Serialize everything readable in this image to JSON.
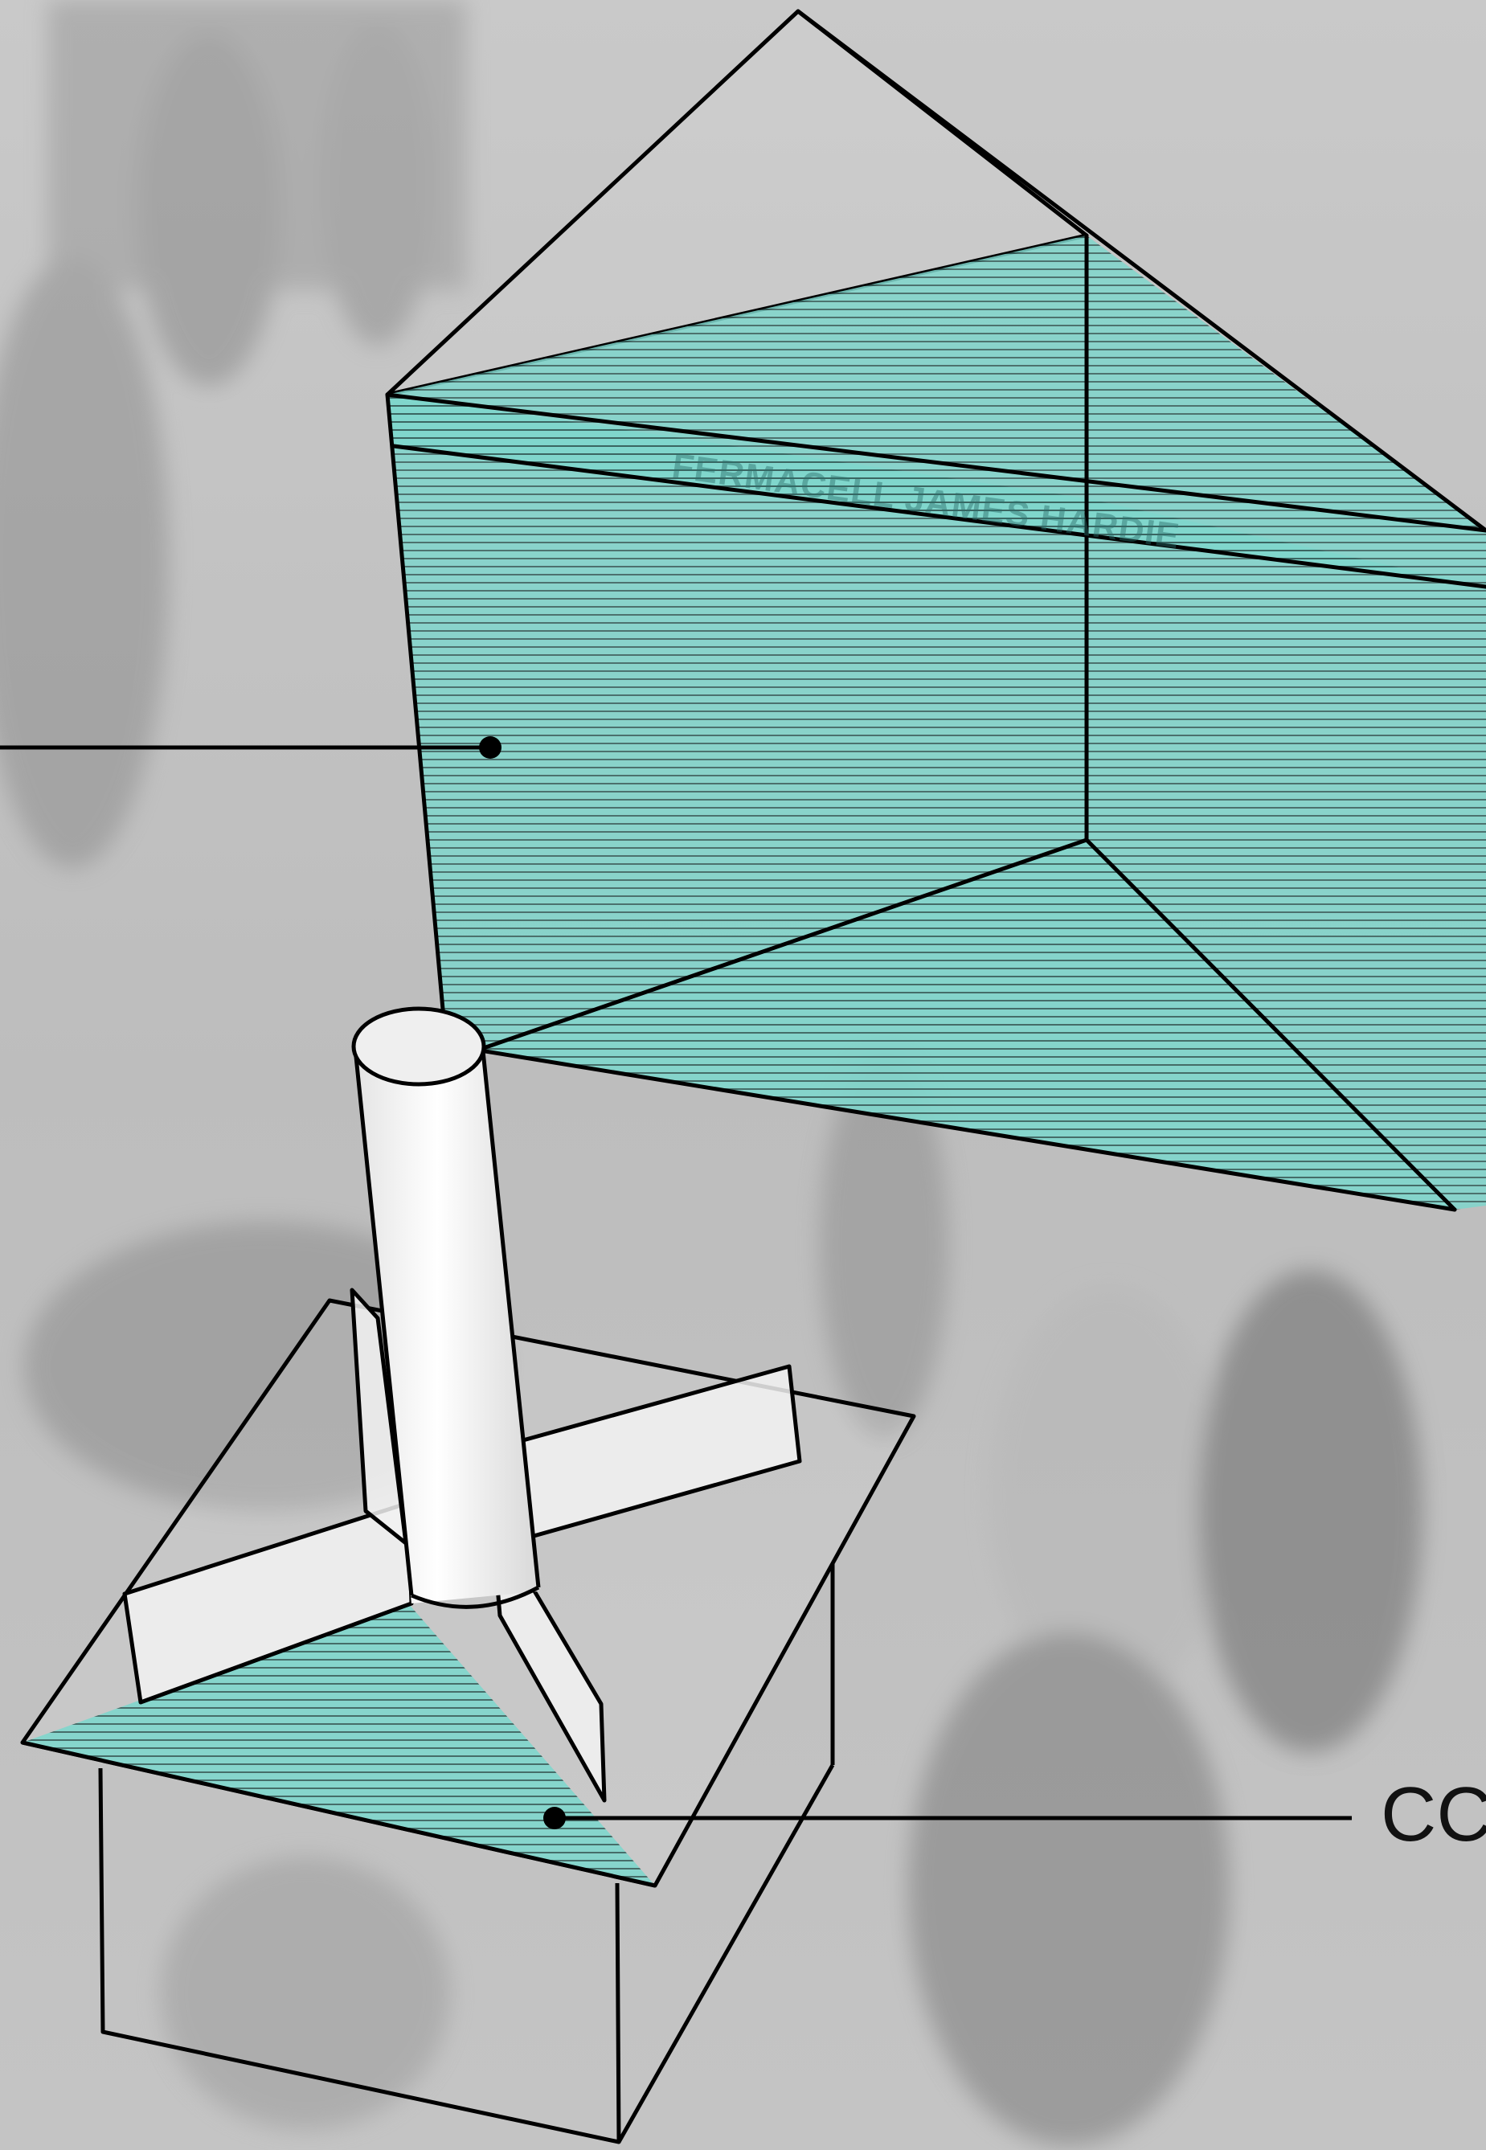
{
  "background": {
    "description_style": "grayscale event photograph underlay",
    "wall_sign_text": "FERMACELL JAMES HARDIE"
  },
  "labels": {
    "stand_label_partial": "CC"
  },
  "colors": {
    "accent_fill": "#7fd6cc",
    "hatch_line": "#1f3b3a",
    "outline": "#000000",
    "cylinder_fill": "#f4f4f4",
    "background": "#cfcfcf"
  },
  "icons": {
    "callout_dot": "filled-circle",
    "structure": "triangular-prism",
    "stand": "column-on-box-with-fins"
  }
}
